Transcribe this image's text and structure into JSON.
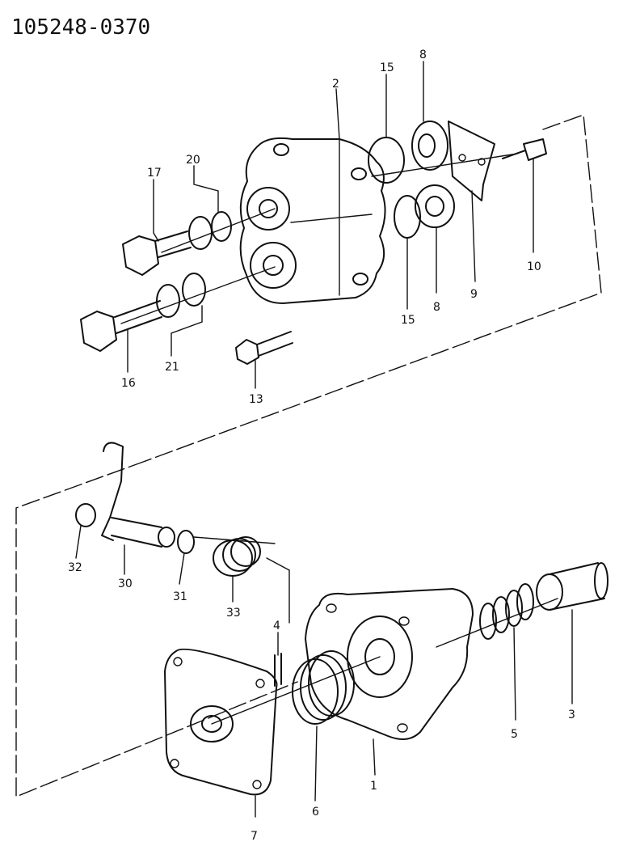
{
  "part_number": "105248-0370",
  "callouts": {
    "c1": "1",
    "c2": "2",
    "c3": "3",
    "c4": "4",
    "c5": "5",
    "c6": "6",
    "c7": "7",
    "c8a": "8",
    "c8b": "8",
    "c9": "9",
    "c10": "10",
    "c13": "13",
    "c15a": "15",
    "c15b": "15",
    "c16": "16",
    "c17": "17",
    "c20": "20",
    "c21": "21",
    "c30": "30",
    "c31": "31",
    "c32": "32",
    "c33": "33"
  }
}
